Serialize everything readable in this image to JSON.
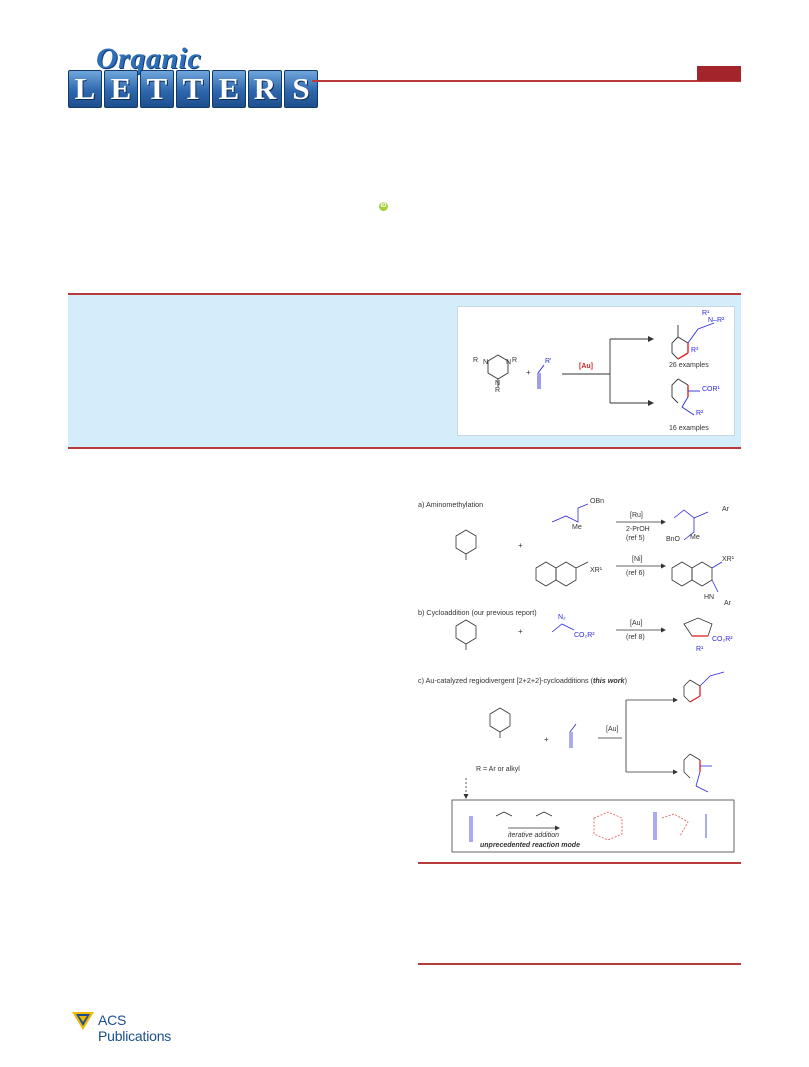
{
  "header": {
    "journal_script": "Organic",
    "journal_letters": [
      "L",
      "E",
      "T",
      "T",
      "E",
      "R",
      "S"
    ],
    "accent_color": "#a3242a",
    "rule_color": "#b83b3b"
  },
  "toc_graphic": {
    "reagent_label": "[Au]",
    "upper_product_label": "26 examples",
    "lower_product_label": "16 examples",
    "triazine_R": "R",
    "allene_sub": "R'",
    "upper_sub_1": "R¹",
    "upper_sub_2": "N–R²",
    "upper_sub_3": "R³",
    "lower_sub_1": "COR¹",
    "lower_sub_2": "R²"
  },
  "scheme": {
    "part_a_title": "a) Aminomethylation",
    "part_a_reagent_1": "[Ru]",
    "part_a_cond_1a": "2-PrOH",
    "part_a_cond_1b": "(ref 5)",
    "part_a_reagent_2": "[Ni]",
    "part_a_cond_2": "(ref 6)",
    "part_a_obn": "OBn",
    "part_a_me": "Me",
    "part_a_bno": "BnO",
    "part_a_ar": "Ar",
    "part_a_xr": "XR¹",
    "part_a_hn": "HN",
    "part_b_title": "b) Cycloaddition (our previous report)",
    "part_b_reagent": "[Au]",
    "part_b_cond": "(ref 8)",
    "part_b_n2": "N₂",
    "part_b_co2r": "CO₂R²",
    "part_b_r1": "R¹",
    "part_c_title_pre": "c) Au-catalyzed regiodivergent [2+2+2]-cycloadditions (",
    "part_c_title_em": "this work",
    "part_c_title_post": ")",
    "part_c_reagent": "[Au]",
    "part_c_r_def": "R = Ar or alkyl",
    "box_iterative": "iterative addition",
    "box_mode": "unprecedented reaction mode"
  },
  "footer": {
    "publisher": "ACS Publications"
  }
}
